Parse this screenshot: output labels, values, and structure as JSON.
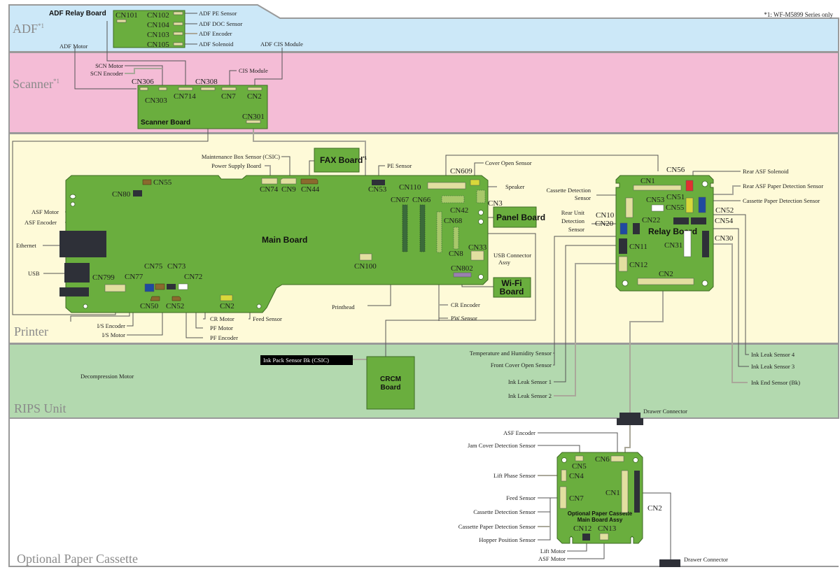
{
  "footnote": "*1: WF-M5899 Series only",
  "sections": {
    "adf": {
      "label": "ADF",
      "sup": "*1",
      "color": "#cce8f8"
    },
    "scanner": {
      "label": "Scanner",
      "sup": "*1",
      "color": "#f4bcd6"
    },
    "printer": {
      "label": "Printer",
      "color": "#fefad8"
    },
    "rips": {
      "label": "RIPS Unit",
      "color": "#b3d9af"
    },
    "cassette": {
      "label": "Optional Paper Cassette",
      "color": "#ffffff"
    }
  },
  "colors": {
    "board": "#6aae3e",
    "conn_cream": "#e2dfa0",
    "conn_dark": "#2e3038",
    "conn_brown": "#8a6a2e",
    "conn_blue": "#1f4aa0",
    "conn_yellow": "#d8d83a",
    "conn_red": "#e03030",
    "conn_purple": "#9a80b0",
    "conn_white": "#ffffff",
    "conn_darkgreen": "#3b6b3a"
  },
  "adf_relay_board": {
    "title": "ADF Relay Board",
    "connectors": [
      "CN101",
      "CN102",
      "CN104",
      "CN103",
      "CN105"
    ],
    "labels": [
      "ADF PE Sensor",
      "ADF DOC Sensor",
      "ADF Encoder",
      "ADF Solenoid"
    ],
    "adf_motor": "ADF Motor",
    "adf_cis": "ADF CIS Module"
  },
  "scanner_board": {
    "title": "Scanner Board",
    "connectors": [
      "CN306",
      "CN303",
      "CN714",
      "CN308",
      "CN7",
      "CN2",
      "CN301"
    ],
    "labels": {
      "scn_motor": "SCN Motor",
      "scn_encoder": "SCN Encoder",
      "cis_module": "CIS Module"
    }
  },
  "main_board": {
    "title": "Main Board",
    "connectors": {
      "cn55": "CN55",
      "cn80": "CN80",
      "cn74": "CN74",
      "cn9": "CN9",
      "cn44": "CN44",
      "cn53": "CN53",
      "cn110": "CN110",
      "cn609": "CN609",
      "cn3": "CN3",
      "cn67": "CN67",
      "cn66": "CN66",
      "cn42": "CN42",
      "cn68": "CN68",
      "cn8": "CN8",
      "cn33": "CN33",
      "cn100": "CN100",
      "cn802": "CN802",
      "cn799": "CN799",
      "cn77": "CN77",
      "cn75": "CN75",
      "cn73": "CN73",
      "cn72": "CN72",
      "cn50": "CN50",
      "cn52": "CN52",
      "cn2": "CN2"
    },
    "labels": {
      "asf_motor": "ASF Motor",
      "asf_encoder": "ASF Encoder",
      "ethernet": "Ethernet",
      "usb": "USB",
      "maint_box": "Maintenance Box Sensor (CSIC)",
      "power_supply": "Power Supply Board",
      "pe_sensor": "PE Sensor",
      "cover_open": "Cover Open Sensor",
      "speaker": "Speaker",
      "usb_conn": "USB Connector",
      "usb_conn2": "Assy",
      "printhead": "Printhead",
      "cr_encoder": "CR Encoder",
      "pw_sensor": "PW Sensor",
      "is_encoder": "I/S Encoder",
      "is_motor": "I/S Motor",
      "cr_motor": "CR Motor",
      "pf_motor": "PF Motor",
      "pf_encoder": "PF Encoder",
      "feed_sensor": "Feed Sensor",
      "decompression": "Decompression Motor"
    }
  },
  "fax_board": {
    "title": "FAX Board",
    "sup": "*1"
  },
  "panel_board": {
    "title": "Panel Board"
  },
  "wifi_board": {
    "title1": "Wi-Fi",
    "title2": "Board"
  },
  "relay_board": {
    "title": "Relay Board",
    "connectors": {
      "cn1": "CN1",
      "cn56": "CN56",
      "cn53": "CN53",
      "cn51": "CN51",
      "cn55": "CN55",
      "cn52": "CN52",
      "cn10": "CN10",
      "cn20": "CN20",
      "cn22": "CN22",
      "cn54": "CN54",
      "cn11": "CN11",
      "cn31": "CN31",
      "cn30": "CN30",
      "cn12": "CN12",
      "cn2": "CN2"
    },
    "labels": {
      "rear_asf_solenoid": "Rear ASF Solenoid",
      "rear_asf_paper": "Rear ASF Paper Detection Sensor",
      "cassette_paper": "Cassette Paper Detection Sensor",
      "cassette_det1": "Cassette Detection",
      "cassette_det2": "Sensor",
      "rear_unit1": "Rear Unit",
      "rear_unit2": "Detection",
      "rear_unit3": "Sensor"
    }
  },
  "rips": {
    "crcm1": "CRCM",
    "crcm2": "Board",
    "ink_pack": "Ink Pack Sensor Bk (CSIC)",
    "temp_humidity": "Temperature and Humidity Sensor",
    "front_cover": "Front Cover Open Sensor",
    "ink_leak1": "Ink Leak Sensor 1",
    "ink_leak2": "Ink Leak Sensor 2",
    "ink_leak4": "Ink Leak Sensor 4",
    "ink_leak3": "Ink Leak Sensor 3",
    "ink_end": "Ink End Sensor (Bk)",
    "drawer": "Drawer Connector"
  },
  "cassette_board": {
    "title1": "Optional Paper Cassette",
    "title2": "Main Board Assy",
    "connectors": {
      "cn5": "CN5",
      "cn6": "CN6",
      "cn4": "CN4",
      "cn7": "CN7",
      "cn1": "CN1",
      "cn2": "CN2",
      "cn12": "CN12",
      "cn13": "CN13"
    },
    "labels": {
      "asf_encoder": "ASF Encoder",
      "jam_cover": "Jam Cover Detection Sensor",
      "lift_phase": "Lift Phase Sensor",
      "feed_sensor": "Feed Sensor",
      "cassette_det": "Cassette Detection Sensor",
      "cassette_paper": "Cassette Paper Detection Sensor",
      "hopper": "Hopper Position Sensor",
      "lift_motor": "Lift Motor",
      "asf_motor": "ASF Motor",
      "drawer": "Drawer Connector"
    }
  }
}
